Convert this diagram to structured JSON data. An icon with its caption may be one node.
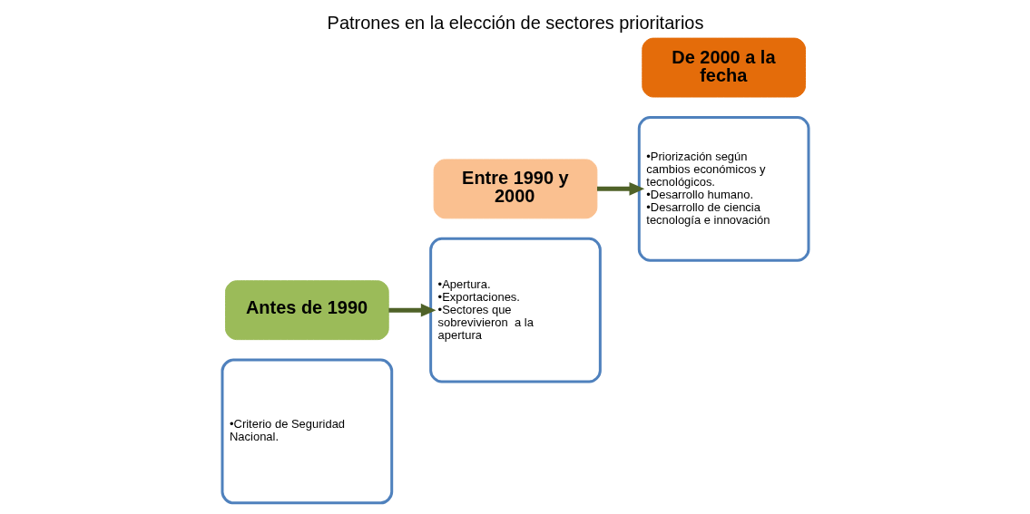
{
  "diagram": {
    "title": "Patrones en la elección de sectores prioritarios",
    "nodes": [
      {
        "text": [
          "•Criterio de Seguridad Nacional."
        ]
      },
      {
        "text": [
          "Antes de 1990"
        ]
      },
      {
        "text": [
          "•Apertura.",
          "•Exportaciones.",
          "•Sectores que sobrevivieron  a la apertura"
        ]
      },
      {
        "text": [
          "Entre 1990 y 2000"
        ]
      },
      {
        "text": [
          "•Priorización según cambios económicos y tecnológicos.",
          "•Desarrollo humano.",
          "•Desarrollo de ciencia tecnología e innovación"
        ]
      },
      {
        "text": [
          "De 2000 a la fecha"
        ]
      }
    ],
    "edges": [
      {
        "from": 1,
        "to": 2,
        "arrow": "to"
      },
      {
        "from": 3,
        "to": 4,
        "arrow": "to"
      }
    ]
  }
}
